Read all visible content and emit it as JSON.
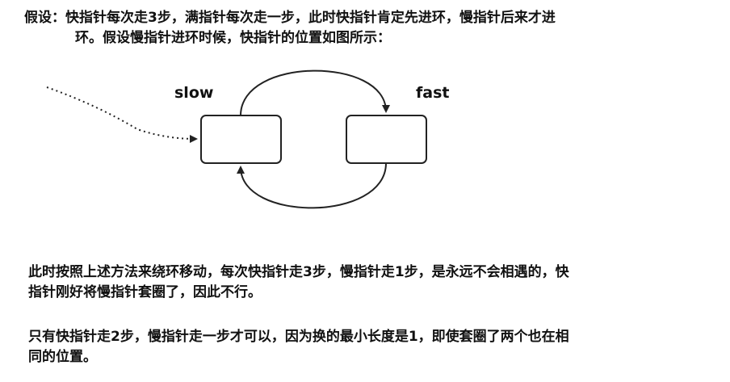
{
  "text": {
    "assumption_line1": "假设：快指针每次走3步，满指针每次走一步，此时快指针肯定先进环，慢指针后来才进",
    "assumption_line2": "环。假设慢指针进环时候，快指针的位置如图所示：",
    "explain_line1": "此时按照上述方法来绕环移动，每次快指针走3步，慢指针走1步，是永远不会相遇的，快",
    "explain_line2": "指针刚好将慢指针套圈了，因此不行。",
    "conclusion_line1": "只有快指针走2步，慢指针走一步才可以，因为换的最小长度是1，即使套圈了两个也在相",
    "conclusion_line2": "同的位置。"
  },
  "diagram": {
    "slow_label": "slow",
    "fast_label": "fast"
  },
  "colors": {
    "text": "#111111",
    "stroke": "#222222",
    "background": "#ffffff"
  }
}
